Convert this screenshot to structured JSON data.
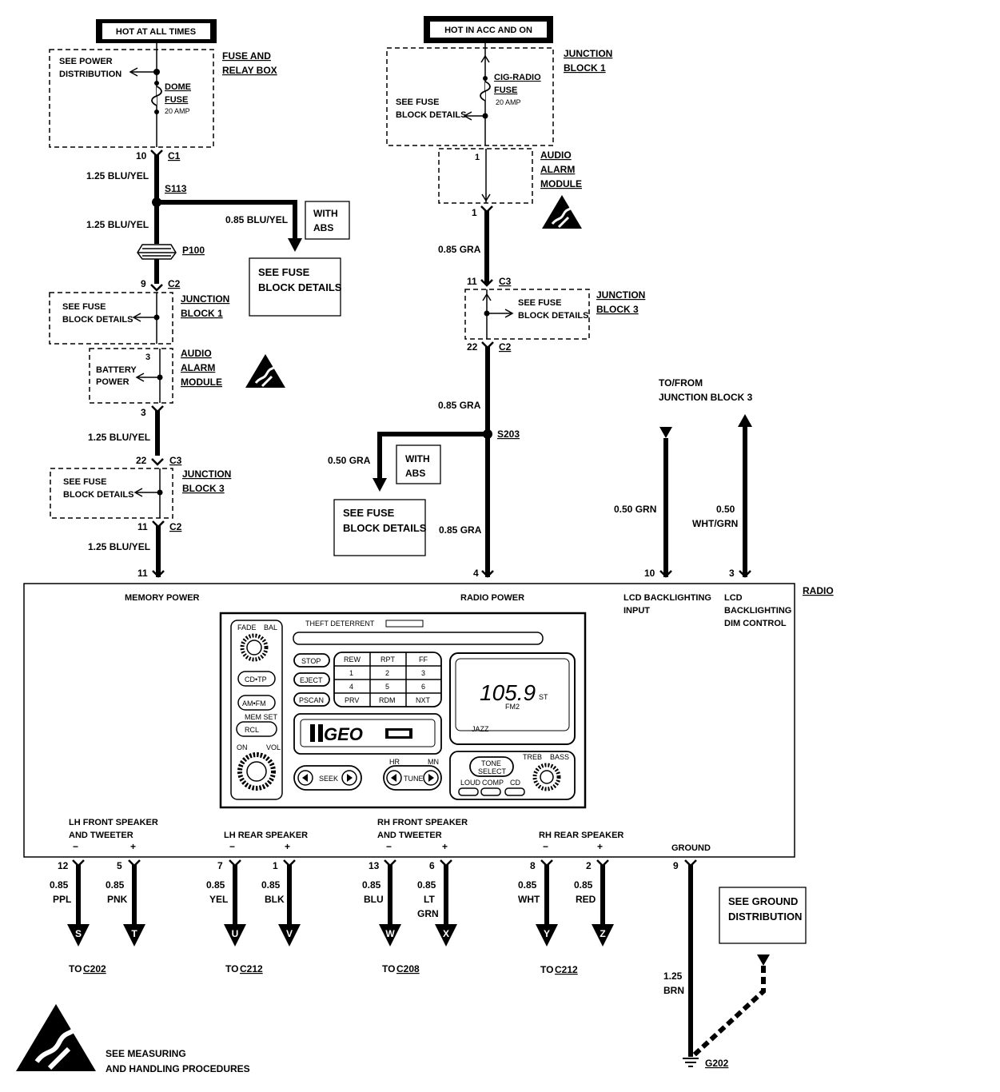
{
  "sources": {
    "left_header": "HOT AT ALL TIMES",
    "right_header": "HOT IN ACC AND ON"
  },
  "left_circuit": {
    "fuse_box_note_1": "SEE POWER",
    "fuse_box_note_2": "DISTRIBUTION",
    "fuse_label_1": "DOME",
    "fuse_label_2": "FUSE",
    "fuse_rating": "20 AMP",
    "fuse_box_title_1": "FUSE AND",
    "fuse_box_title_2": "RELAY BOX",
    "c1_pin": "10",
    "c1": "C1",
    "wire_1": "1.25 BLU/YEL",
    "splice": "S113",
    "wire_2": "1.25 BLU/YEL",
    "branch_wire": "0.85 BLU/YEL",
    "with_abs_1": "WITH",
    "with_abs_2": "ABS",
    "see_fuse_1": "SEE FUSE",
    "see_fuse_2": "BLOCK DETAILS",
    "p100": "P100",
    "jb1_pin": "9",
    "jb1_conn": "C2",
    "jb1_note_1": "SEE FUSE",
    "jb1_note_2": "BLOCK DETAILS",
    "jb1_title_1": "JUNCTION",
    "jb1_title_2": "BLOCK 1",
    "aam_pin_top": "3",
    "aam_note_1": "BATTERY",
    "aam_note_2": "POWER",
    "aam_title_1": "AUDIO",
    "aam_title_2": "ALARM",
    "aam_title_3": "MODULE",
    "aam_pin_bottom": "3",
    "wire_3": "1.25 BLU/YEL",
    "jb3_pin_top": "22",
    "jb3_conn_top": "C3",
    "jb3_note_1": "SEE FUSE",
    "jb3_note_2": "BLOCK DETAILS",
    "jb3_title_1": "JUNCTION",
    "jb3_title_2": "BLOCK 3",
    "jb3_pin_bottom": "11",
    "jb3_conn_bottom": "C2",
    "wire_4": "1.25 BLU/YEL",
    "radio_pin": "11"
  },
  "right_circuit": {
    "fuse_label_1": "CIG-RADIO",
    "fuse_label_2": "FUSE",
    "fuse_rating": "20 AMP",
    "jb1_note_1": "SEE FUSE",
    "jb1_note_2": "BLOCK DETAILS",
    "jb1_title_1": "JUNCTION",
    "jb1_title_2": "BLOCK 1",
    "aam_pin_top": "1",
    "aam_title_1": "AUDIO",
    "aam_title_2": "ALARM",
    "aam_title_3": "MODULE",
    "aam_pin_bottom": "1",
    "wire_1": "0.85 GRA",
    "jb3_pin_top": "11",
    "jb3_conn_top": "C3",
    "jb3_note_1": "SEE FUSE",
    "jb3_note_2": "BLOCK DETAILS",
    "jb3_title_1": "JUNCTION",
    "jb3_title_2": "BLOCK 3",
    "jb3_pin_bottom": "22",
    "jb3_conn_bottom": "C2",
    "wire_2": "0.85 GRA",
    "splice": "S203",
    "branch_wire": "0.50 GRA",
    "with_abs_1": "WITH",
    "with_abs_2": "ABS",
    "see_fuse_1": "SEE FUSE",
    "see_fuse_2": "BLOCK DETAILS",
    "wire_3": "0.85 GRA",
    "radio_pin": "4"
  },
  "lcd": {
    "tofrom_1": "TO/FROM",
    "tofrom_2": "JUNCTION BLOCK 3",
    "wire_a": "0.50 GRN",
    "wire_b_1": "0.50",
    "wire_b_2": "WHT/GRN",
    "pin_a": "10",
    "pin_b": "3"
  },
  "radio": {
    "title": "RADIO",
    "memory_power": "MEMORY POWER",
    "radio_power": "RADIO POWER",
    "lcd_input_1": "LCD BACKLIGHTING",
    "lcd_input_2": "INPUT",
    "lcd_dim_1": "LCD",
    "lcd_dim_2": "BACKLIGHTING",
    "lcd_dim_3": "DIM CONTROL",
    "ground": "GROUND",
    "speakers": [
      {
        "label_1": "LH FRONT SPEAKER",
        "label_2": "AND TWEETER"
      },
      {
        "label_1": "LH REAR SPEAKER",
        "label_2": ""
      },
      {
        "label_1": "RH FRONT SPEAKER",
        "label_2": "AND TWEETER"
      },
      {
        "label_1": "RH REAR SPEAKER",
        "label_2": ""
      }
    ],
    "minus": "−",
    "plus": "+"
  },
  "faceplate": {
    "theft": "THEFT DETERRENT",
    "fade": "FADE",
    "bal": "BAL",
    "on": "ON",
    "vol": "VOL",
    "cdtp": "CD•TP",
    "amfm": "AM•FM",
    "mset": "MEM SET",
    "rcl": "RCL",
    "stop": "STOP",
    "eject": "EJECT",
    "pscan": "PSCAN",
    "presets": [
      "REW",
      "RPT",
      "FF",
      "1",
      "2",
      "3",
      "4",
      "5",
      "6",
      "PRV",
      "RDM",
      "NXT"
    ],
    "freq": "105.9",
    "st": "ST",
    "band": "FM2",
    "jazz": "JAZZ",
    "brand": "GEO",
    "seek": "SEEK",
    "tune": "TUNE",
    "hr": "HR",
    "mn": "MN",
    "tone": "TONE",
    "select": "SELECT",
    "treb": "TREB",
    "bass": "BASS",
    "loud": "LOUD",
    "comp": "COMP",
    "cd": "CD"
  },
  "outputs": [
    {
      "pin": "12",
      "size": "0.85",
      "color_1": "PPL",
      "color_2": "",
      "letter": "S"
    },
    {
      "pin": "5",
      "size": "0.85",
      "color_1": "PNK",
      "color_2": "",
      "letter": "T"
    },
    {
      "pin": "7",
      "size": "0.85",
      "color_1": "YEL",
      "color_2": "",
      "letter": "U"
    },
    {
      "pin": "1",
      "size": "0.85",
      "color_1": "BLK",
      "color_2": "",
      "letter": "V"
    },
    {
      "pin": "13",
      "size": "0.85",
      "color_1": "BLU",
      "color_2": "",
      "letter": "W"
    },
    {
      "pin": "6",
      "size": "0.85",
      "color_1": "LT",
      "color_2": "GRN",
      "letter": "X"
    },
    {
      "pin": "8",
      "size": "0.85",
      "color_1": "WHT",
      "color_2": "",
      "letter": "Y"
    },
    {
      "pin": "2",
      "size": "0.85",
      "color_1": "RED",
      "color_2": "",
      "letter": "Z"
    }
  ],
  "destinations": [
    {
      "prefix": "TO",
      "conn": "C202"
    },
    {
      "prefix": "TO",
      "conn": "C212"
    },
    {
      "prefix": "TO",
      "conn": "C208"
    },
    {
      "prefix": "TO",
      "conn": "C212"
    }
  ],
  "ground": {
    "pin": "9",
    "wire_1": "1.25",
    "wire_2": "BRN",
    "see_1": "SEE GROUND",
    "see_2": "DISTRIBUTION",
    "g": "G202"
  },
  "esd": {
    "note_1": "SEE MEASURING",
    "note_2": "AND HANDLING PROCEDURES"
  }
}
